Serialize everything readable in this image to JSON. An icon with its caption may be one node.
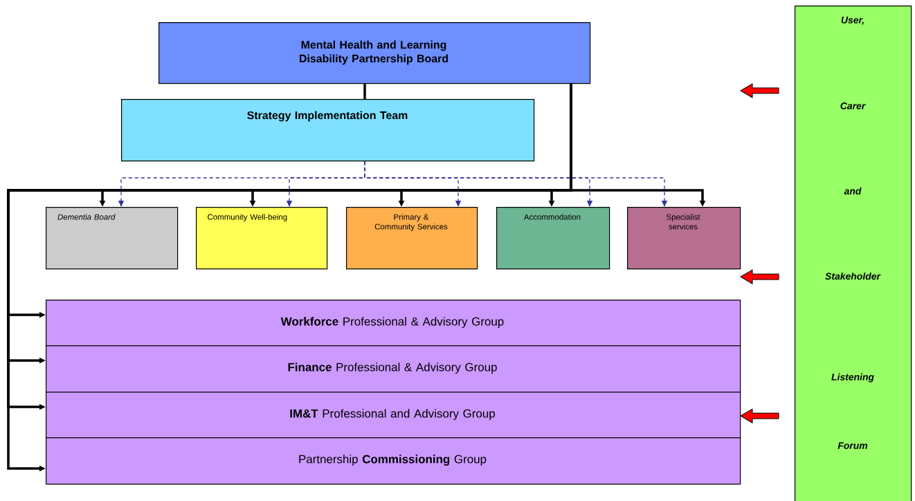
{
  "diagram": {
    "nodes": [
      {
        "text": [
          "Mental Health and Learning Disability Partnership Board"
        ]
      },
      {
        "text": [
          "Strategy Implementation Team"
        ]
      },
      {
        "text": [
          "Dementia Board"
        ]
      },
      {
        "text": [
          "Community Well-being"
        ]
      },
      {
        "text": [
          "Primary & Community Services"
        ]
      },
      {
        "text": [
          "Accommodation"
        ]
      },
      {
        "text": [
          "Specialist services"
        ]
      },
      {
        "text": [
          "**Workforce** Professional & Advisory Group"
        ]
      },
      {
        "text": [
          "**Finance** Professional & Advisory Group"
        ]
      },
      {
        "text": [
          "**IM&T** Professional and Advisory Group"
        ]
      },
      {
        "text": [
          "Partnership **Commissioning** Group"
        ]
      },
      {
        "text": [
          "User,",
          "Carer",
          "and",
          "Stakeholder",
          "Listening",
          "Forum"
        ]
      }
    ],
    "edges": [
      {
        "from": 0,
        "to": 1,
        "arrow": "none"
      },
      {
        "from": 0,
        "to": 2,
        "arrow": "to"
      },
      {
        "from": 0,
        "to": 3,
        "arrow": "to"
      },
      {
        "from": 0,
        "to": 4,
        "arrow": "to"
      },
      {
        "from": 0,
        "to": 5,
        "arrow": "to"
      },
      {
        "from": 0,
        "to": 6,
        "arrow": "to"
      },
      {
        "from": 0,
        "to": 7,
        "arrow": "to"
      },
      {
        "from": 0,
        "to": 8,
        "arrow": "to"
      },
      {
        "from": 0,
        "to": 9,
        "arrow": "to"
      },
      {
        "from": 0,
        "to": 10,
        "arrow": "to"
      },
      {
        "from": 1,
        "to": 2,
        "arrow": "to",
        "style": "dashed",
        "color": "#333399"
      },
      {
        "from": 1,
        "to": 3,
        "arrow": "to",
        "style": "dashed",
        "color": "#333399"
      },
      {
        "from": 1,
        "to": 4,
        "arrow": "to",
        "style": "dashed",
        "color": "#333399"
      },
      {
        "from": 1,
        "to": 5,
        "arrow": "to",
        "style": "dashed",
        "color": "#333399"
      },
      {
        "from": 1,
        "to": 6,
        "arrow": "to",
        "style": "dashed",
        "color": "#333399"
      },
      {
        "from": 11,
        "to": null,
        "arrow": "to",
        "color": "#ff0000"
      },
      {
        "from": 11,
        "to": null,
        "arrow": "to",
        "color": "#ff0000"
      },
      {
        "from": 11,
        "to": null,
        "arrow": "to",
        "color": "#ff0000"
      }
    ]
  }
}
